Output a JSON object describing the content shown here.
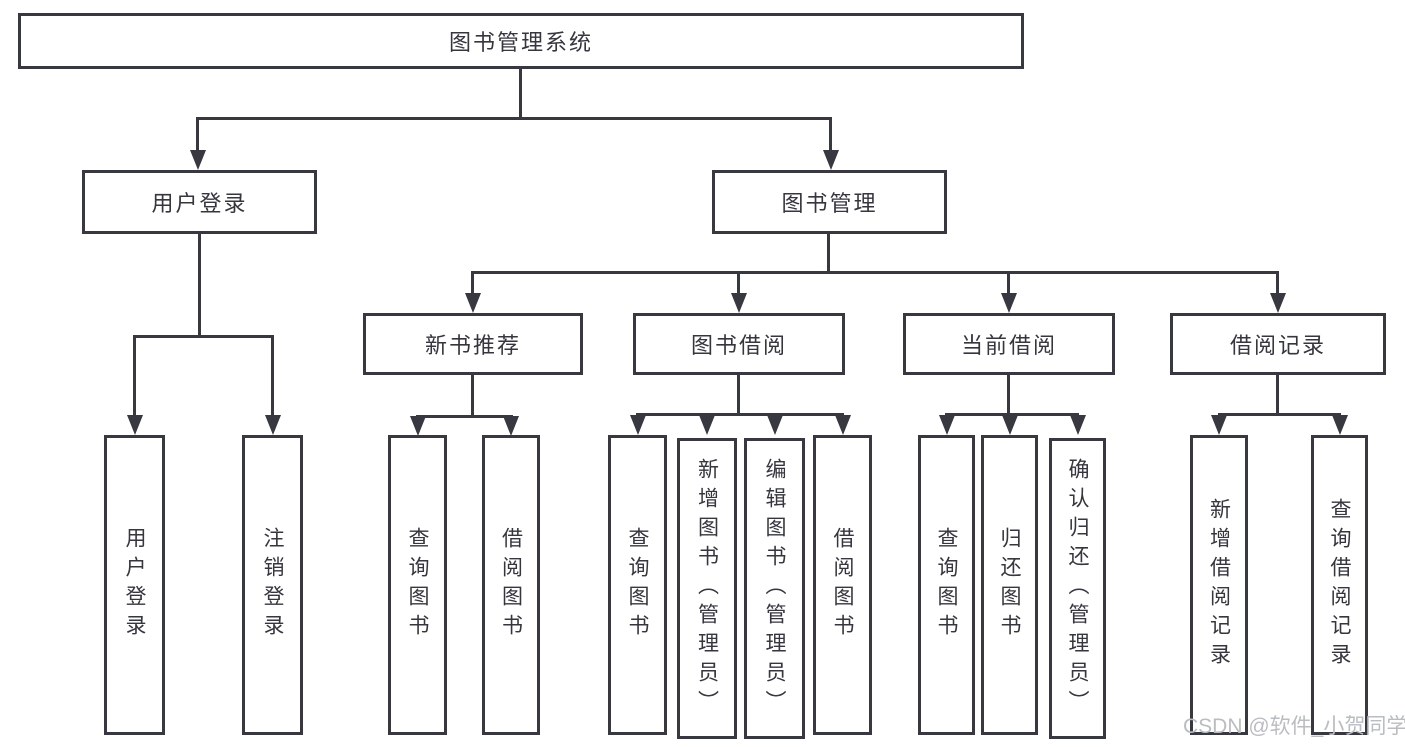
{
  "diagram": {
    "root": {
      "label": "图书管理系统"
    },
    "level2": {
      "login": {
        "label": "用户登录"
      },
      "management": {
        "label": "图书管理"
      }
    },
    "level3": {
      "recommend": {
        "label": "新书推荐"
      },
      "borrow": {
        "label": "图书借阅"
      },
      "current": {
        "label": "当前借阅"
      },
      "records": {
        "label": "借阅记录"
      }
    },
    "leaves": {
      "login": [
        "用户登录",
        "注销登录"
      ],
      "recommend": [
        "查询图书",
        "借阅图书"
      ],
      "borrow": [
        "查询图书",
        "新增图书（管理员）",
        "编辑图书（管理员）",
        "借阅图书"
      ],
      "current": [
        "查询图书",
        "归还图书",
        "确认归还（管理员）"
      ],
      "records": [
        "新增借阅记录",
        "查询借阅记录"
      ]
    }
  },
  "colors": {
    "line": "#383940",
    "text": "#35363e",
    "watermark": "#b9bdc1"
  },
  "watermark": {
    "text": "CSDN @软件_小贺同学"
  }
}
